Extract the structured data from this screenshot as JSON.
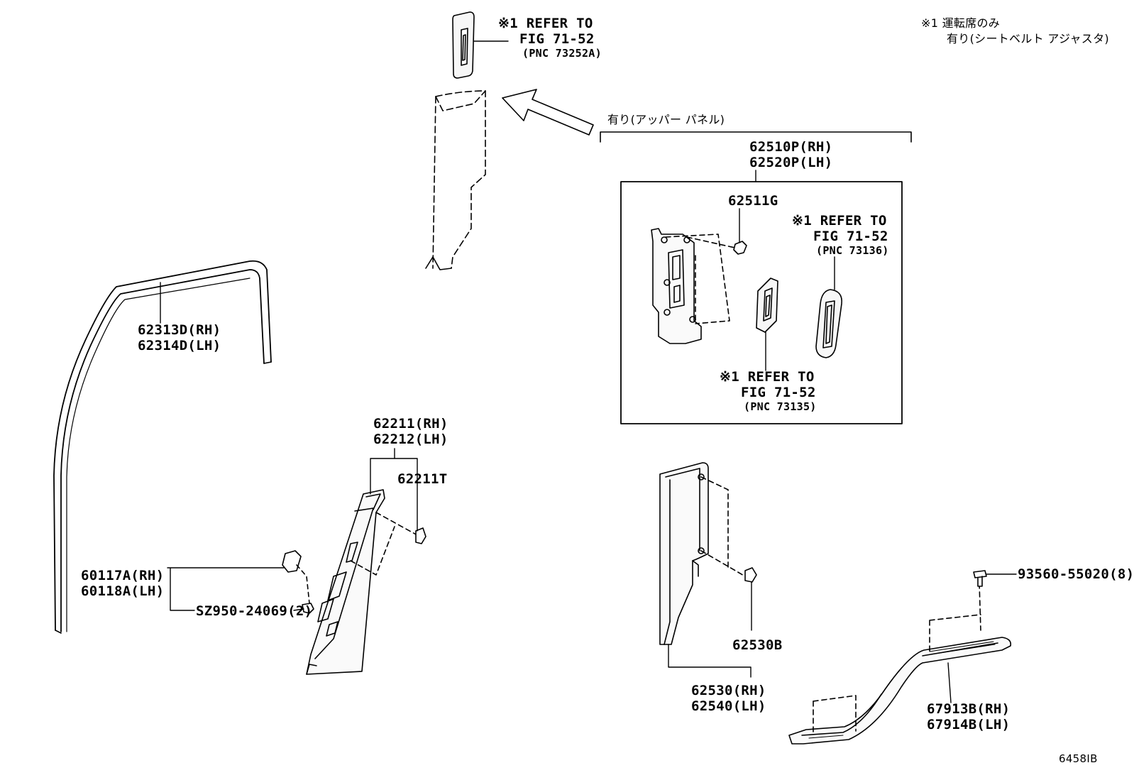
{
  "notes": {
    "legend_line1": "※1 運転席のみ",
    "legend_line2": "有り(シートベルト アジャスタ)",
    "upper_panel_option": "有り(アッパー パネル)",
    "figure_id": "6458IB"
  },
  "refs": {
    "top": {
      "line1": "※1 REFER TO",
      "line2": "FIG 71-52",
      "line3": "(PNC 73252A)"
    },
    "right": {
      "line1": "※1 REFER TO",
      "line2": "FIG 71-52",
      "line3": "(PNC 73136)"
    },
    "bottom": {
      "line1": "※1 REFER TO",
      "line2": "FIG 71-52",
      "line3": "(PNC 73135)"
    }
  },
  "parts": {
    "upper_panel_rh": "62510P(RH)",
    "upper_panel_lh": "62520P(LH)",
    "clip_62511g": "62511G",
    "weatherstrip_rh": "62313D(RH)",
    "weatherstrip_lh": "62314D(LH)",
    "pillar_garnish_rh": "62211(RH)",
    "pillar_garnish_lh": "62212(LH)",
    "clip_62211t": "62211T",
    "retainer_rh": "60117A(RH)",
    "retainer_lh": "60118A(LH)",
    "screw_sz950": "SZ950-24069(2)",
    "clip_62530b": "62530B",
    "b_pillar_rh": "62530(RH)",
    "b_pillar_lh": "62540(LH)",
    "screw_93560": "93560-55020(8)",
    "scuff_plate_rh": "67913B(RH)",
    "scuff_plate_lh": "67914B(LH)"
  }
}
